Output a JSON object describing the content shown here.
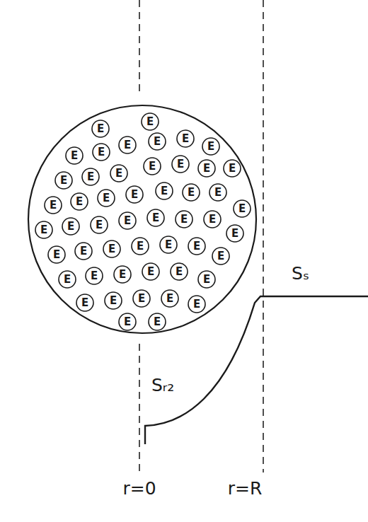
{
  "diagram": {
    "nodes": [
      {
        "text": [
          "E"
        ]
      },
      {
        "text": [
          "E"
        ]
      },
      {
        "text": [
          "E"
        ]
      },
      {
        "text": [
          "E"
        ]
      },
      {
        "text": [
          "E"
        ]
      },
      {
        "text": [
          "E"
        ]
      },
      {
        "text": [
          "E"
        ]
      },
      {
        "text": [
          "E"
        ]
      },
      {
        "text": [
          "E"
        ]
      },
      {
        "text": [
          "E"
        ]
      },
      {
        "text": [
          "E"
        ]
      },
      {
        "text": [
          "E"
        ]
      },
      {
        "text": [
          "E"
        ]
      },
      {
        "text": [
          "E"
        ]
      },
      {
        "text": [
          "E"
        ]
      },
      {
        "text": [
          "E"
        ]
      },
      {
        "text": [
          "E"
        ]
      },
      {
        "text": [
          "E"
        ]
      },
      {
        "text": [
          "E"
        ]
      },
      {
        "text": [
          "E"
        ]
      },
      {
        "text": [
          "E"
        ]
      },
      {
        "text": [
          "E"
        ]
      },
      {
        "text": [
          "E"
        ]
      },
      {
        "text": [
          "E"
        ]
      },
      {
        "text": [
          "E"
        ]
      },
      {
        "text": [
          "E"
        ]
      },
      {
        "text": [
          "E"
        ]
      },
      {
        "text": [
          "E"
        ]
      },
      {
        "text": [
          "E"
        ]
      },
      {
        "text": [
          "E"
        ]
      },
      {
        "text": [
          "E"
        ]
      },
      {
        "text": [
          "E"
        ]
      },
      {
        "text": [
          "E"
        ]
      },
      {
        "text": [
          "E"
        ]
      },
      {
        "text": [
          "E"
        ]
      },
      {
        "text": [
          "E"
        ]
      },
      {
        "text": [
          "E"
        ]
      },
      {
        "text": [
          "E"
        ]
      },
      {
        "text": [
          "E"
        ]
      },
      {
        "text": [
          "E"
        ]
      },
      {
        "text": [
          "E"
        ]
      },
      {
        "text": [
          "E"
        ]
      },
      {
        "text": [
          "E"
        ]
      },
      {
        "text": [
          "E"
        ]
      },
      {
        "text": [
          "E"
        ]
      },
      {
        "text": [
          "E"
        ]
      },
      {
        "text": [
          "E"
        ]
      },
      {
        "text": [
          "E"
        ]
      },
      {
        "text": [
          "E"
        ]
      },
      {
        "text": [
          "E"
        ]
      },
      {
        "text": [
          "E"
        ]
      }
    ],
    "labels": [
      "Sₛ",
      "Sᵣ₂",
      "r=0",
      "r=R"
    ]
  }
}
